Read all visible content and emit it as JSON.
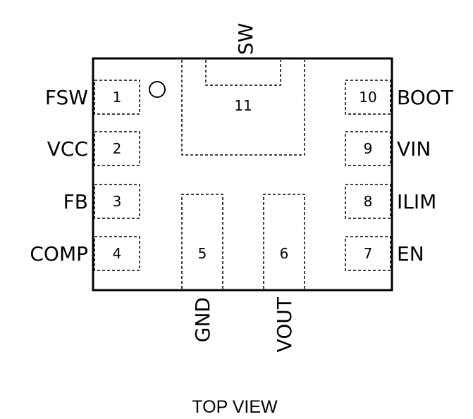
{
  "view_label": "TOP VIEW",
  "colors": {
    "line": "#000000",
    "background": "#ffffff"
  },
  "pins": [
    {
      "number": "1",
      "name": "FSW"
    },
    {
      "number": "2",
      "name": "VCC"
    },
    {
      "number": "3",
      "name": "FB"
    },
    {
      "number": "4",
      "name": "COMP"
    },
    {
      "number": "5",
      "name": "GND"
    },
    {
      "number": "6",
      "name": "VOUT"
    },
    {
      "number": "7",
      "name": "EN"
    },
    {
      "number": "8",
      "name": "ILIM"
    },
    {
      "number": "9",
      "name": "VIN"
    },
    {
      "number": "10",
      "name": "BOOT"
    },
    {
      "number": "11",
      "name": "SW"
    }
  ]
}
